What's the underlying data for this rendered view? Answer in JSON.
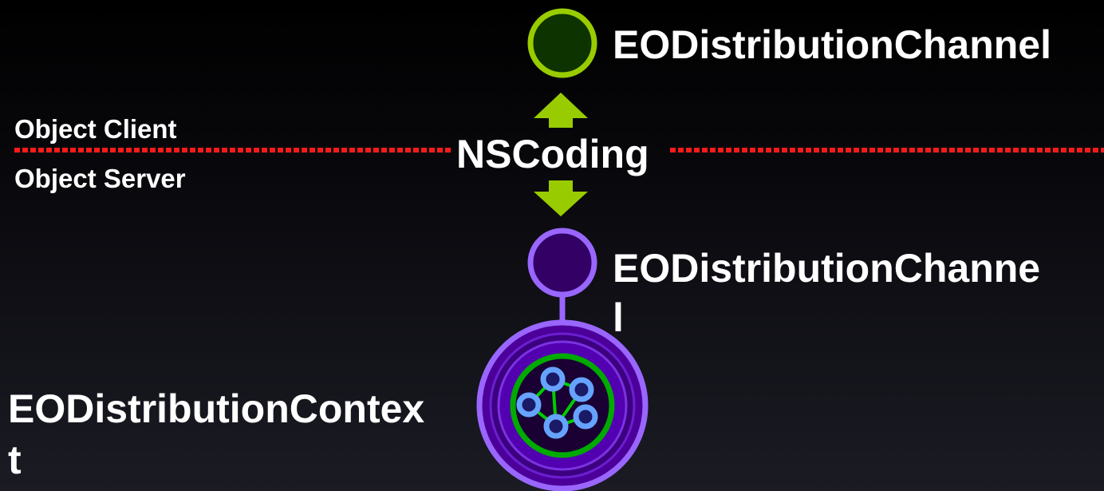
{
  "boundary": {
    "client_label": "Object Client",
    "server_label": "Object Server",
    "line_color": "#ff1a1a"
  },
  "protocol": {
    "label": "NSCoding",
    "arrow_color": "#99cc00"
  },
  "client_channel": {
    "label": "EODistributionChannel",
    "ring_color": "#99cc00",
    "fill_color": "#0d3300"
  },
  "server_channel": {
    "label_line1": "EODistributionChanne",
    "label_line2": "l",
    "ring_color": "#9966ff",
    "fill_color": "#330066"
  },
  "context": {
    "label_line1": "EODistributionContex",
    "label_line2": "t",
    "ring_color": "#9966ff",
    "inner_ring_color": "#00aa00",
    "node_color": "#66a3ff"
  }
}
